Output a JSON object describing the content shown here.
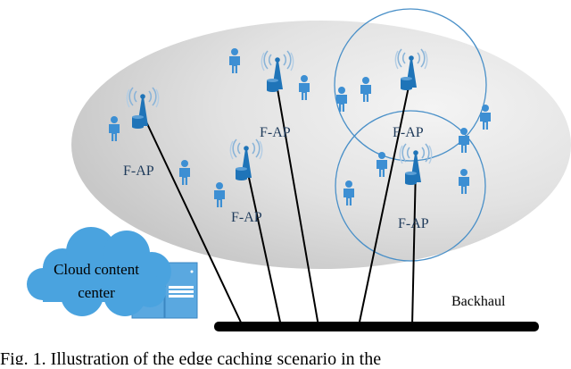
{
  "labels": {
    "ap": "F-AP",
    "cloud_line1": "Cloud content",
    "cloud_line2": "center",
    "backhaul": "Backhaul",
    "caption": "Fig. 1.   Illustration of the edge caching scenario in the"
  },
  "colors": {
    "ap_blue": "#1f74b8",
    "person_blue": "#3d8fd3",
    "cloud_fill": "#4aa3df",
    "server_fill": "#5aa8e0",
    "region_gray": "#d2d2d2",
    "cell_ring": "#4a90c8",
    "link_black": "#000000"
  },
  "icons": {
    "access_point": "antenna-tower-icon",
    "user": "person-icon",
    "cloud": "cloud-icon",
    "server": "server-icon"
  }
}
